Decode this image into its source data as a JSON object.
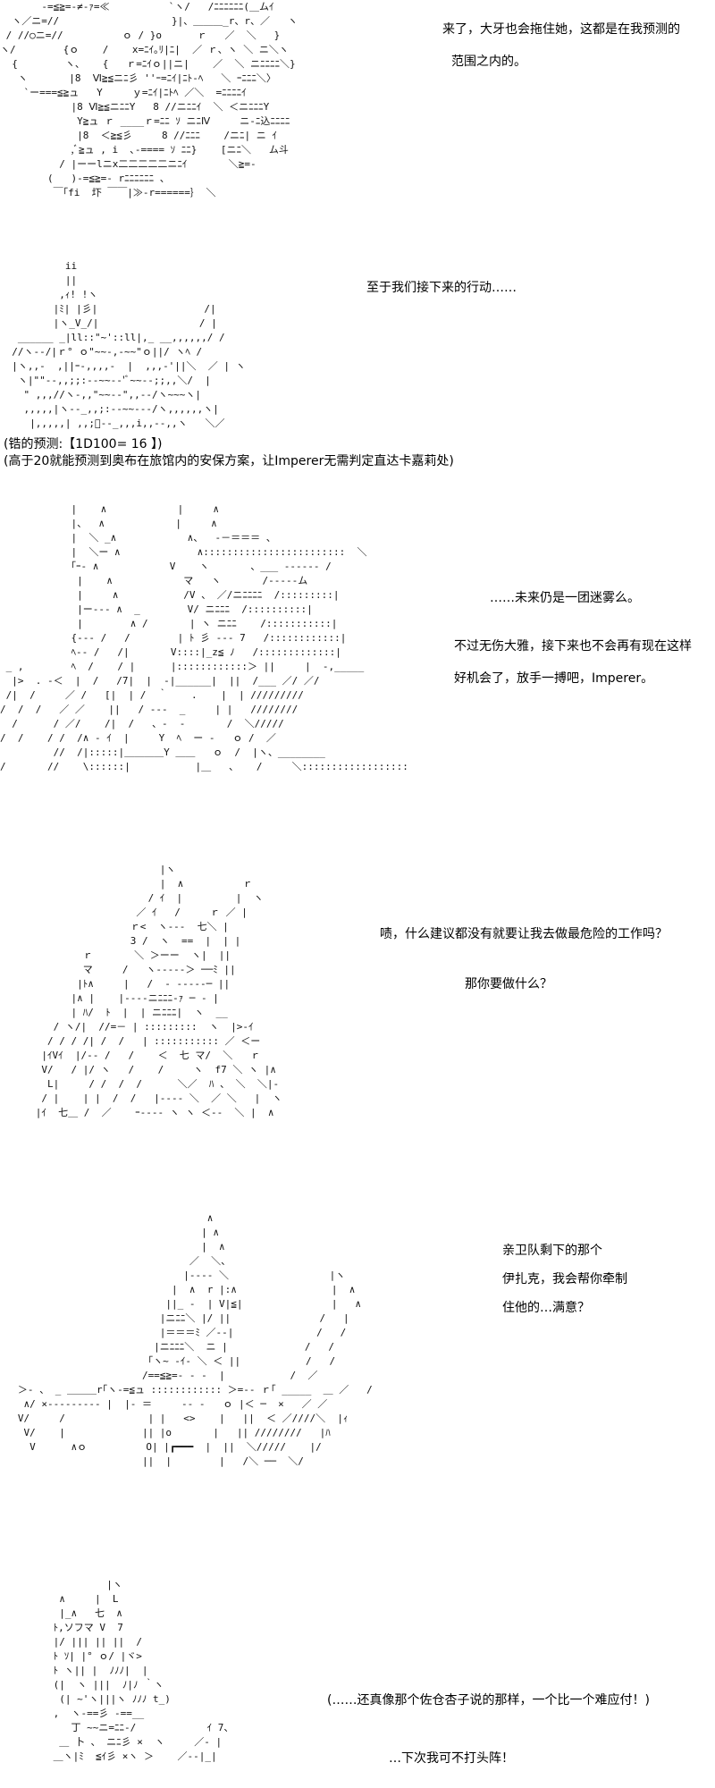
{
  "panels": [
    {
      "art": [
        "       -=≦≧=-≠-ｧ=≪          `ヽ/   /ﾆﾆﾆﾆﾆﾆ(＿ムｲ",
        "  ヽ／ニ=//                   }|、＿＿＿_r、r、／   ヽ",
        " / //○ニ=//          ｏ / }o      ｒ   ／  ＼   }",
        "ヽ/        {ｏ    /    x=ﾆｲ｡ﾘ|ﾆ|  ／ ｒ、ヽ ＼ ニ＼ヽ",
        "  {        ヽ、   {   ｒ=ﾆｲｏ||ニ|    ／  ＼ ニﾆﾆﾆﾆ＼}",
        "   ヽ       |8  Ⅵ≧≦ニﾆ彡 ''ｰ=ﾆｲ|ﾆﾄ-ﾍ   ＼ ｰﾆﾆﾆ＼〉",
        "    `ー===≦≧ュ   Y     ｙ=ﾆｲ|ﾆﾄﾍ ／＼  =ﾆﾆﾆﾆｲ",
        "            |8 Ⅵ≧≦ニﾆﾆY   8 //ニﾆﾆｲ  ＼ ＜ニﾆﾆﾆY",
        "             Y≧ュ ｒ ____ｒ=ﾆﾆ ｿ ニﾆⅣ     ニ-ﾆ込ﾆﾆﾆﾆ",
        "             |8  ＜≧≦彡     8 //ﾆﾆﾆ    /ニﾆ| ニ ｲ",
        "            ,ﾞ≧ュ , i  ､-==== ｿ ﾆﾆ}    [ニﾆ＼   ム斗",
        "          / |ーーlニx二二二二二ニﾆｲ       ＼≧=-",
        "        (   )-=≦≧=- rﾆﾆﾆﾆﾆﾆ 、",
        "         ￣｢fi  圷 ￣￣|≫-r======｝ ＼"
      ],
      "lines": [
        "来了，大牙也会拖住她，这都是在我预测的",
        "范围之内的。"
      ]
    },
    {
      "art": [
        "           ii",
        "           ||",
        "          ,ｨ! !ヽ",
        "         |ﾐ| |彡|                  /|",
        "         |ヽ_V_/|                 / |",
        "   ______ _|ll::\"~'::ll|,_ __,,,,,,/ /",
        "  //ヽ‐‐/|ｒ° ｏ\"~~‐,‐~~\"ｏ||/ ヽﾍ /",
        "  |ヽ,,‐  ,||ｰ‐,,,,‐  |  ,,,‐'||＼  ／ | ヽ",
        "   ヽ|\"\"‐-,,;;:‐‐~~‐‐'ﾞ~~‐‐;;,,＼/  |",
        "    \" ,,,//ヽ‐,,\"~~‐‐\",,-‐/ヽ~~~ヽ|",
        "    ,,,,,|ヽ-‐_,,;:‐‐~~‐-‐/ヽ,,,,,,ヽ|",
        "     |,,,,,| ,,;ﾞ‐‐_,,,i,,‐‐,,ヽ   ＼／"
      ],
      "lines": [
        "至于我们接下来的行动……"
      ]
    },
    {
      "note": [
        "(锆的预测:【1D100= 16 】)",
        "(高于20就能预测到奥布在旅馆内的安保方案，让Imperer无需判定直达卡嘉莉处)"
      ]
    },
    {
      "art": [
        "            |    ∧            |     ∧",
        "            |、  ∧            |     ∧",
        "            |  ＼ _∧            ∧、  ‐－＝＝＝ 、",
        "            |  ＼ー ∧             ∧::::::::::::::::::::::::  ＼",
        "            ｢ｰ‐ ∧            V    ヽ       、___ ‐‐‐‐‐‐ /",
        "             |    ∧            マ   ヽ       /‐‐‐‐‐ム",
        "             |     ∧           /V 、 ／/ニﾆﾆﾆﾆ  /:::::::::|",
        "             |ー‐‐‐ ∧  _        V/ ニﾆﾆﾆ  /::::::::::|",
        "             |        ∧ /       | ヽ ニﾆﾆ    /:::::::::::|",
        "            {‐‐‐ /   /        | ﾄ 彡 ‐‐‐ 7   /::::::::::::|",
        "            ﾍ‐‐ /   /|       V::::|_z≦ ﾉ   /:::::::::::::|",
        " _ ,        ﾍ  /    / |      |::::::::::::＞ ||     |  -,_____",
        "  |>  . -＜  |  /   /7|  |  -|______|  ||  /___ ／/ ／/",
        " /|  /     ／ /   [|  | /  ｀    .    |  | /////////",
        "/  /  /   ／ ／    ||   / ‐‐‐  _     | |   ////////",
        "  /      / ／/    /|  /   、‐  ‐       /  ＼/////",
        "/  /    / /  /∧ ‐ ｲ  |     Y  ﾍ  ー ‐   ｏ /  ／",
        "         //  /|:::::|＿＿＿＿Y ＿＿   ｏ  /  |ヽ、________",
        "/       //    \\::::::|           |＿   、   /     ＼::::::::::::::::::"
      ],
      "lines": [
        "……未来仍是一团迷雾么。",
        "不过无伤大雅，接下来也不会再有现在这样",
        "好机会了，放手一搏吧，Imperer。"
      ]
    },
    {
      "art": [
        "                           |ヽ",
        "                           |  ∧          ｒ",
        "                         / ｲ  |         |  ヽ",
        "                       ／ ｲ   /     ｒ ／ |",
        "                      ｒ<  ヽ‐‐‐  七＼ |",
        "                      3 /  ヽ  ==  |  | |",
        "              ｒ       ＼ ＞ーー  ヽ|  ||",
        "              マ     /   ヽ‐‐‐‐‐＞ ──ﾐ ||",
        "             |ﾄ∧     |   /  ‐ ‐‐‐‐‐─ ||",
        "            |∧ |    |‐‐‐‐ニﾆﾆﾆ-ｧ ─ ‐ |",
        "            | ﾊ/  ﾄ  |  | ニﾆﾆﾆ|  ヽ  __",
        "         / ヽ/|  //=－ | :::::::::  ヽ  |>-ｲ",
        "        / / / /| /  /   | ::::::::::: ／ ＜ー",
        "       |ｲVｲ  |/‐‐ /   /    ＜  七 マ/  ＼   ｒ",
        "       V/   / |/ ヽ   /    /     ヽ  f7 ＼ ヽ |∧",
        "        L|     / /  /  /      ＼／  ﾊ 、 ＼  ＼|‐",
        "       / |    | |  /  /   |‐‐‐‐ ＼  ／ ＼   |  ヽ",
        "      |ｲ  七＿ /  ／    ｰ‐‐‐‐ ヽ ヽ ＜‐‐  ＼ |  ∧"
      ],
      "lines": [
        "啧，什么建议都没有就要让我去做最危险的工作吗？",
        "那你要做什么？"
      ]
    },
    {
      "art": [
        "                                   ∧",
        "                                  | ∧",
        "                                  |  ∧",
        "                                ／  ＼、",
        "                               |‐‐‐‐ ＼                 |ヽ",
        "                             |  ∧  r |:∧                |  ∧",
        "                            ||_ ‐  | V|≦|               |   ∧",
        "                           |ニﾆﾆ＼ |/ ||               /   |",
        "                           |＝＝＝ﾐ ／‐‐|              /   /",
        "                          |ニﾆﾆﾆ＼  ニ |             /   /",
        "                         ｢ヽ~ ‐ｲ‐ ＼ ＜ ||           /   /",
        "                        /==≦≧=- ‐ ‐  |           /  ／",
        "   ＞‐ 、 _ ＿＿＿r｢ヽ-=≦ュ :::::::::::: ＞=-‐ ｒ｢ _____  ＿ ／   /",
        "    ∧/ ×‐‐‐‐‐‐‐‐‐ |  |‐ ＝     ‐‐ ‐   ｏ |＜ ─  ×   ／ ／",
        "   V/     /              | |   <>    |   ||  ＜ ／////＼  |ｨ",
        "    V/    |             || |o       |   || ////////   |ﾊ",
        "     V      ∧ｏ          O| |┏━━━  |  ||  ＼/////    |/",
        "                        ||  |        |   /＼ ──  ＼/"
      ],
      "lines": [
        "亲卫队剩下的那个",
        "伊扎克，我会帮你牵制",
        "住他的…满意？"
      ]
    },
    {
      "art": [
        "                  |ヽ",
        "          ∧     |  L",
        "          |_∧   七  ∧",
        "         ﾄ,ソフマ V  7",
        "         |/ ||| || ||  /",
        "         ﾄ ｿ| |° ｏ/ |ヾ>",
        "         ﾄ ヽ|| |  ﾉﾉﾉ|  |",
        "         (|  ヽ |||  ﾉ|ﾉ ｀ヽ",
        "          (| ~'ヽ|||ヽ ﾉﾉﾉ t_)",
        "         ,  ヽ-==彡 -==__",
        "            丁 ~~ニ=ﾆﾆ-/            ｲ 7、",
        "          ＿ 卜 、 ニﾆ彡 ×  ヽ     ／‐ |",
        "         ＿ヽ|ﾐ  ≦ｲ彡 ×ヽ ＞    ／‐‐|_|"
      ],
      "lines": [
        "(……还真像那个佐仓杏子说的那样，一个比一个难应付！)",
        "…下次我可不打头阵！"
      ]
    }
  ]
}
